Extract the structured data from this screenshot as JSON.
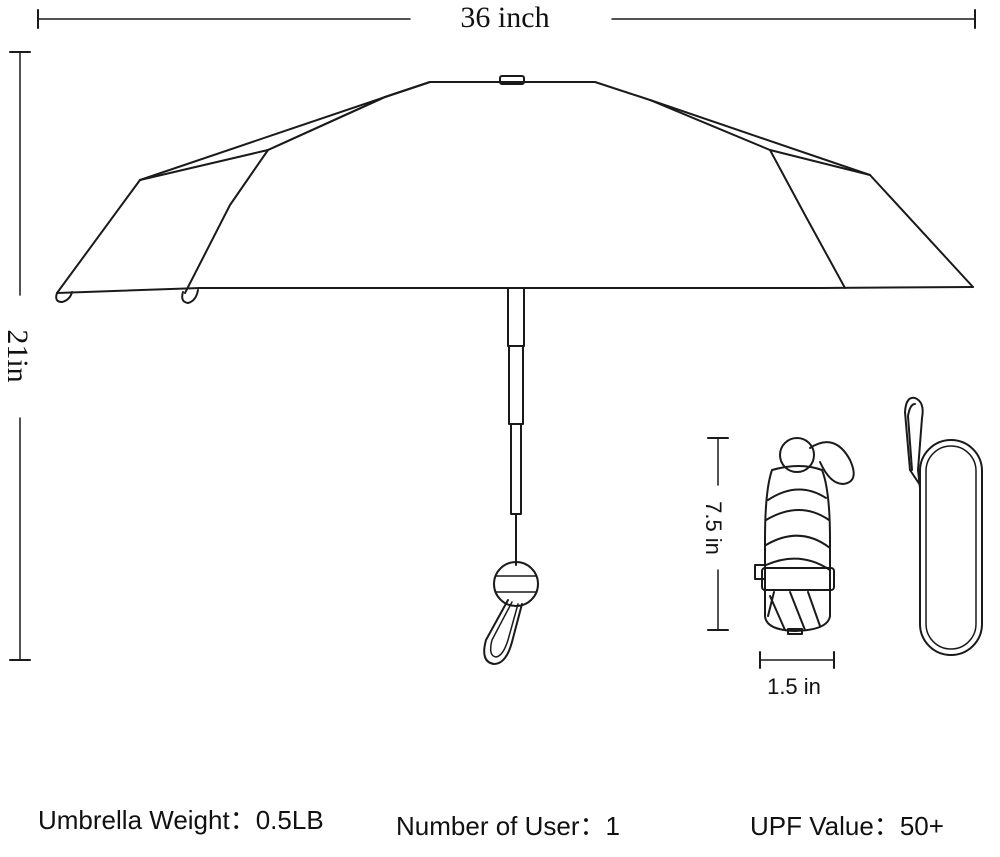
{
  "dimensions": {
    "width_label": "36 inch",
    "height_label": "21in",
    "folded_length_label": "7.5 in",
    "folded_diameter_label": "1.5 in"
  },
  "specs": [
    {
      "label": "Umbrella Weight",
      "separator": "：",
      "value": "0.5LB"
    },
    {
      "label": "Number of User",
      "separator": "：",
      "value": "1"
    },
    {
      "label": "UPF Value",
      "separator": "：",
      "value": "50+"
    }
  ],
  "colors": {
    "line": "#1a1a1a",
    "background": "#ffffff"
  }
}
